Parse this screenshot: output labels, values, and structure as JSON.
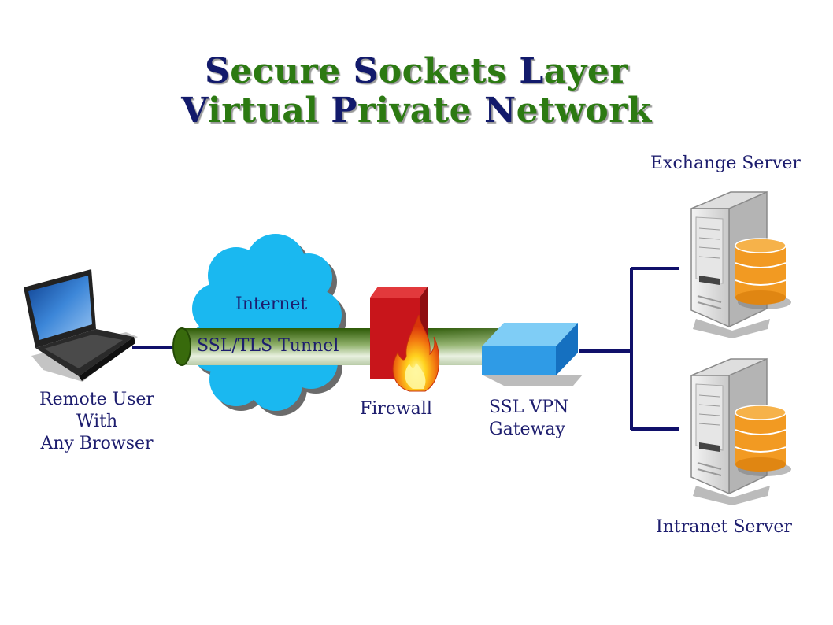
{
  "title": {
    "line1": [
      {
        "cap": "S",
        "rest": "ecure "
      },
      {
        "cap": "S",
        "rest": "ockets "
      },
      {
        "cap": "L",
        "rest": "ayer"
      }
    ],
    "line2": [
      {
        "cap": "V",
        "rest": "irtual "
      },
      {
        "cap": "P",
        "rest": "rivate "
      },
      {
        "cap": "N",
        "rest": "etwork"
      }
    ]
  },
  "labels": {
    "internet": "Internet",
    "tunnel": "SSL/TLS Tunnel",
    "remote_user": [
      "Remote User",
      "With",
      "Any Browser"
    ],
    "firewall": "Firewall",
    "gateway": [
      "SSL VPN",
      "Gateway"
    ],
    "exchange_server": "Exchange Server",
    "intranet_server": "Intranet Server"
  },
  "icons": {
    "laptop": "laptop-icon",
    "cloud": "cloud-icon",
    "firewall": "firewall-icon",
    "gateway": "gateway-box-icon",
    "server": "server-icon",
    "database": "database-icon"
  },
  "colors": {
    "title_caps": "#121a6b",
    "title_text": "#2c7a12",
    "labels": "#1d1d6e",
    "cloud": "#1ab8f0",
    "tunnel": "#3e6b10",
    "firewall": "#c8151b",
    "gateway": "#2f9be6",
    "lines": "#10106a",
    "database": "#f29a22"
  }
}
